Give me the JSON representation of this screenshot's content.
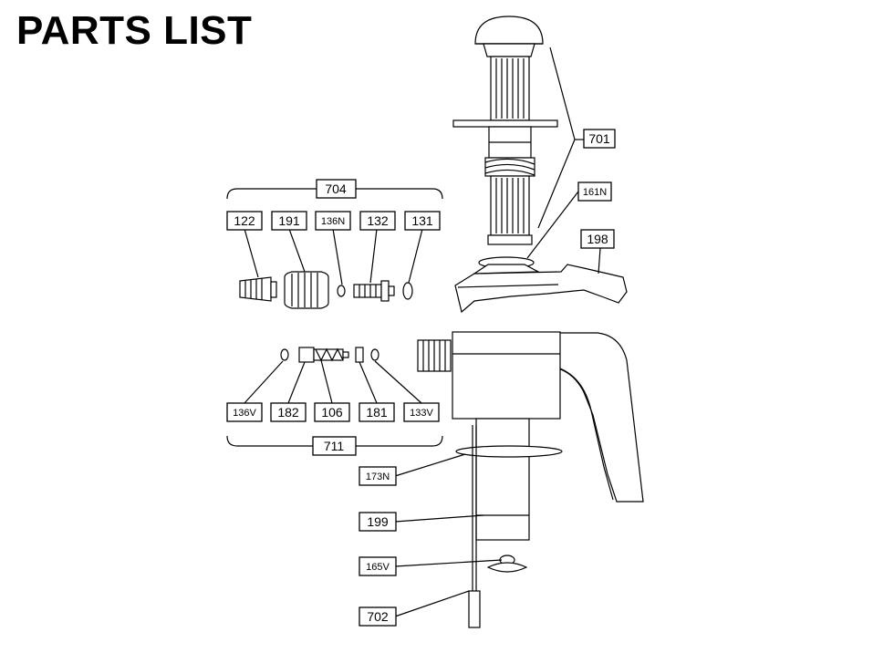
{
  "title": "PARTS LIST",
  "parts": {
    "p701": "701",
    "p161N": "161N",
    "p198": "198",
    "p704": "704",
    "p122": "122",
    "p191": "191",
    "p136N": "136N",
    "p132": "132",
    "p131": "131",
    "p136V": "136V",
    "p182": "182",
    "p106": "106",
    "p181": "181",
    "p133V": "133V",
    "p711": "711",
    "p173N": "173N",
    "p199": "199",
    "p165V": "165V",
    "p702": "702"
  }
}
